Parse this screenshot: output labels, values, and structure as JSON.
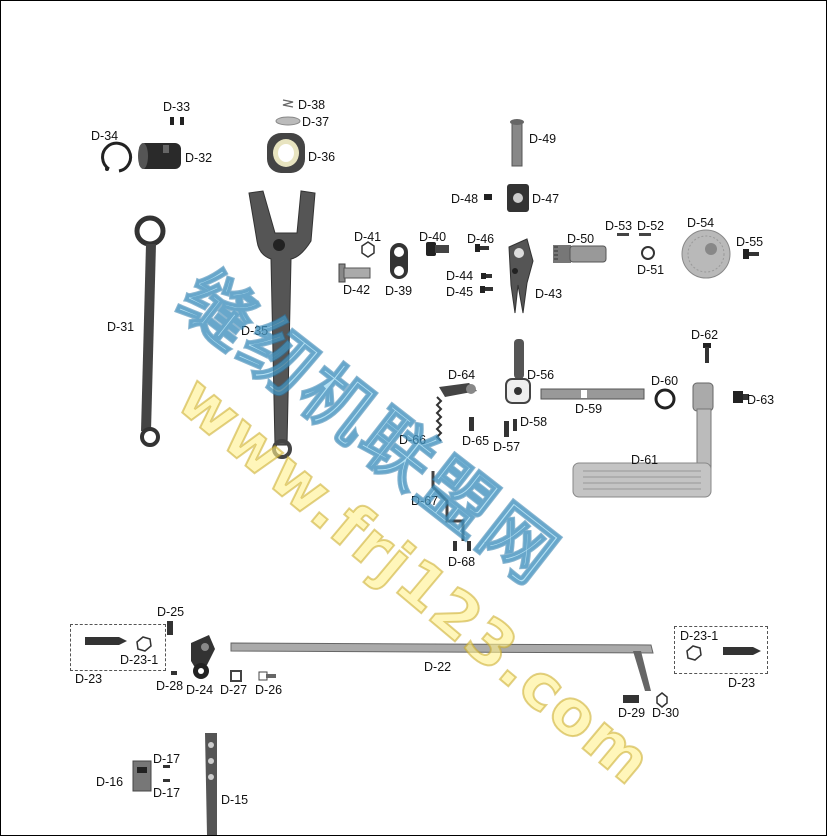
{
  "diagram": {
    "labels": {
      "d33": "D-33",
      "d34": "D-34",
      "d32": "D-32",
      "d38": "D-38",
      "d37": "D-37",
      "d36": "D-36",
      "d49": "D-49",
      "d48": "D-48",
      "d47": "D-47",
      "d41": "D-41",
      "d40": "D-40",
      "d46": "D-46",
      "d50": "D-50",
      "d53": "D-53",
      "d52": "D-52",
      "d54": "D-54",
      "d55": "D-55",
      "d51": "D-51",
      "d42": "D-42",
      "d39": "D-39",
      "d44": "D-44",
      "d45": "D-45",
      "d43": "D-43",
      "d31": "D-31",
      "d35": "D-35",
      "d62": "D-62",
      "d64": "D-64",
      "d56": "D-56",
      "d60": "D-60",
      "d63": "D-63",
      "d58": "D-58",
      "d59": "D-59",
      "d66": "D-66",
      "d65": "D-65",
      "d57": "D-57",
      "d61": "D-61",
      "d67": "D-67",
      "d68": "D-68",
      "d25": "D-25",
      "d23_1_left": "D-23-1",
      "d23_left": "D-23",
      "d28": "D-28",
      "d24": "D-24",
      "d27": "D-27",
      "d26": "D-26",
      "d22": "D-22",
      "d23_1_right": "D-23-1",
      "d23_right": "D-23",
      "d29": "D-29",
      "d30": "D-30",
      "d17_top": "D-17",
      "d16": "D-16",
      "d17_bottom": "D-17",
      "d15": "D-15"
    },
    "watermark": {
      "line1": "缝纫机联盟网",
      "line2": "www.frj123.com"
    }
  }
}
